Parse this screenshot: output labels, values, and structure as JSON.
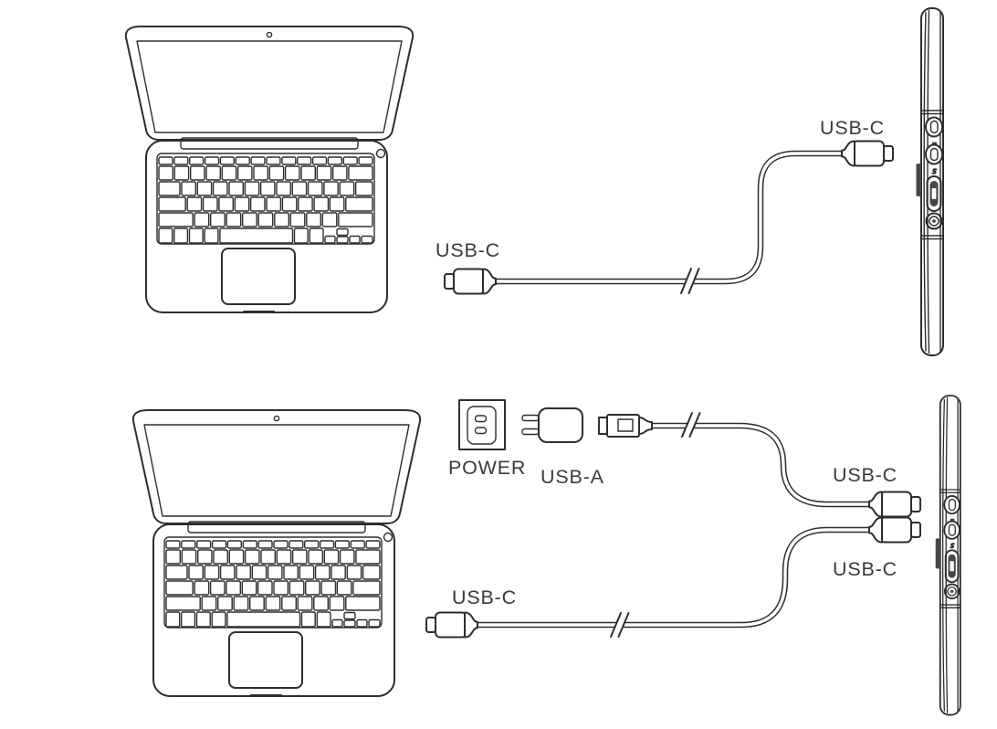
{
  "colors": {
    "line": "#2e2e2e",
    "text": "#3a3a3a",
    "background": "#ffffff",
    "tab_fill": "#474747"
  },
  "setup_top": {
    "labels": {
      "laptop_end": "USB-C",
      "display_end": "USB-C"
    }
  },
  "setup_bottom": {
    "labels": {
      "outlet": "POWER",
      "adapter_plug": "USB-A",
      "power_cable_display_end": "USB-C",
      "laptop_end": "USB-C",
      "data_cable_display_end": "USB-C"
    }
  }
}
